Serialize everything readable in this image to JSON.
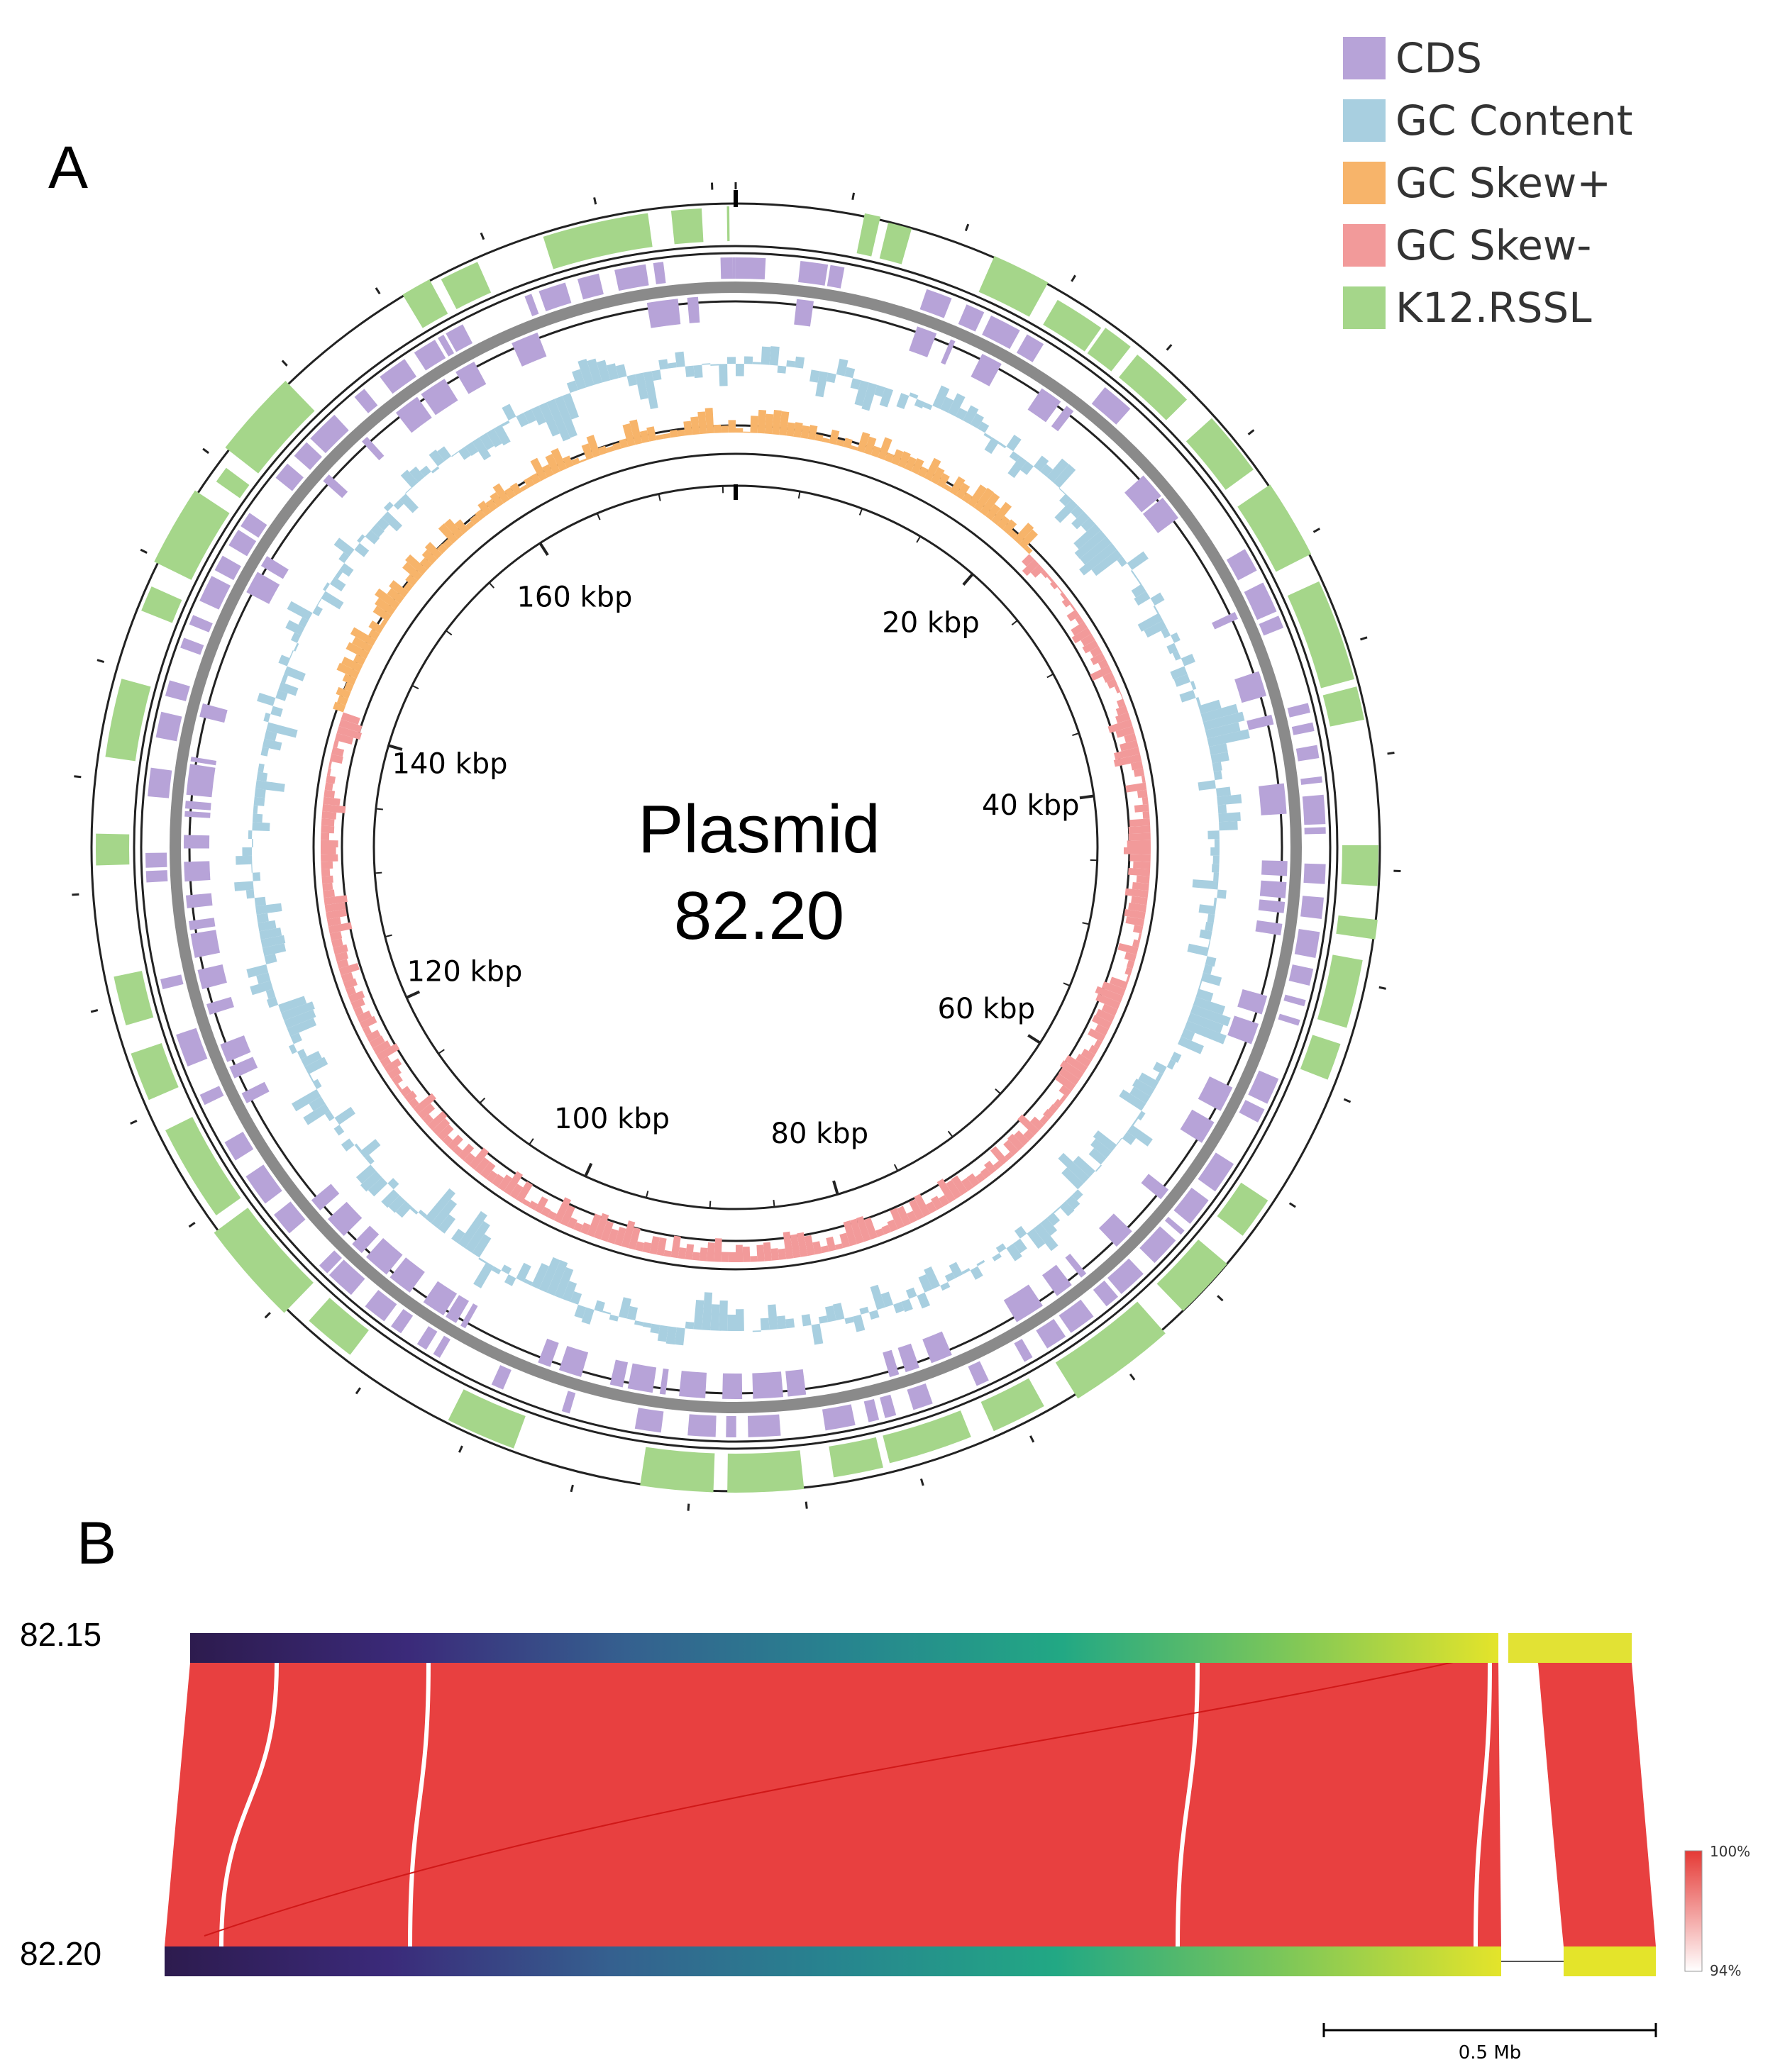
{
  "panels": {
    "a_label": "A",
    "b_label": "B"
  },
  "legend": [
    {
      "label": "CDS",
      "color": "#b7a3d8"
    },
    {
      "label": "GC Content",
      "color": "#a8cfe0"
    },
    {
      "label": "GC Skew+",
      "color": "#f7b46a"
    },
    {
      "label": "GC Skew-",
      "color": "#f29a9a"
    },
    {
      "label": "K12.RSSL",
      "color": "#a5d68a"
    }
  ],
  "plasmid": {
    "title_line1": "Plasmid",
    "title_line2": "82.20",
    "size_kbp": 176,
    "tick_labels": [
      {
        "kbp": 20,
        "text": "20 kbp"
      },
      {
        "kbp": 40,
        "text": "40 kbp"
      },
      {
        "kbp": 60,
        "text": "60 kbp"
      },
      {
        "kbp": 80,
        "text": "80 kbp"
      },
      {
        "kbp": 100,
        "text": "100 kbp"
      },
      {
        "kbp": 120,
        "text": "120 kbp"
      },
      {
        "kbp": 140,
        "text": "140 kbp"
      },
      {
        "kbp": 160,
        "text": "160 kbp"
      }
    ]
  },
  "alignment": {
    "top_track": "82.15",
    "bottom_track": "82.20",
    "identity_key": {
      "max": "100%",
      "min": "94%",
      "max_color": "#e53935",
      "min_color": "#ffffff"
    },
    "scale_bar": "0.5 Mb",
    "match_color": "#e84040",
    "gradient": [
      "#2d1b4e",
      "#3b2a7a",
      "#35608f",
      "#27848f",
      "#22a884",
      "#7ac65a",
      "#e4e42a"
    ]
  }
}
